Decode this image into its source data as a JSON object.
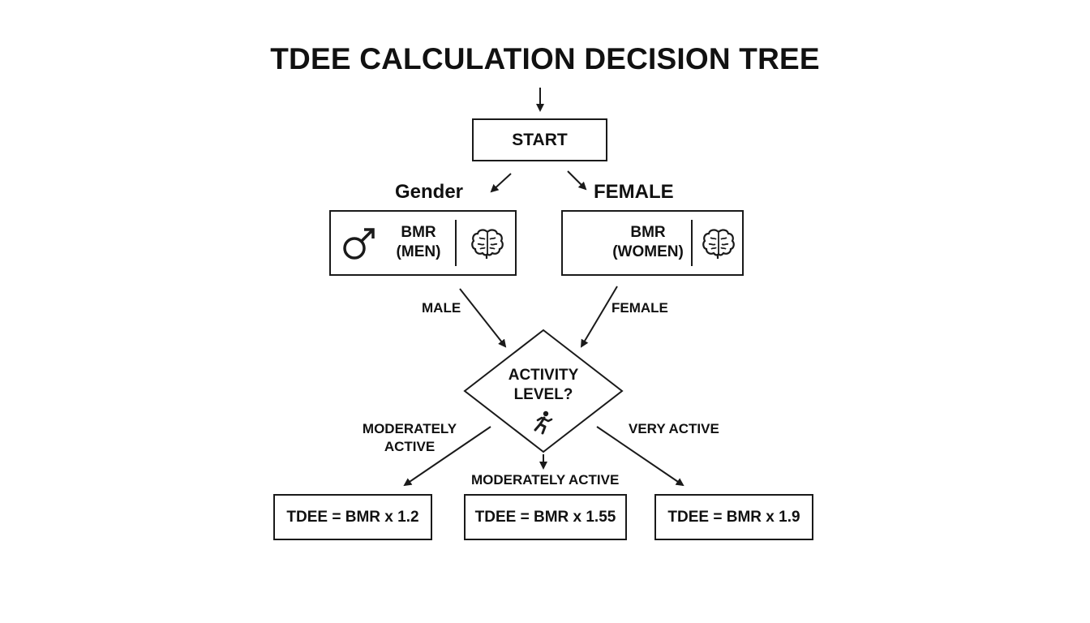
{
  "title": "TDEE CALCULATION DECISION TREE",
  "start": "START",
  "branches": {
    "left": "Gender",
    "right": "FEMALE"
  },
  "bmr_men": {
    "line1": "BMR",
    "line2": "(MEN)",
    "icon": "male-symbol-icon",
    "brain_icon": "brain-icon"
  },
  "bmr_women": {
    "line1": "BMR",
    "line2": "(WOMEN)",
    "brain_icon": "brain-icon"
  },
  "edges": {
    "male": "MALE",
    "female": "FEMALE",
    "moderately_active_left_1": "MODERATELY",
    "moderately_active_left_2": "ACTIVE",
    "moderately_active_center": "MODERATELY ACTIVE",
    "very_active": "VERY ACTIVE"
  },
  "decision": {
    "line1": "ACTIVITY",
    "line2": "LEVEL?",
    "icon": "running-person-icon"
  },
  "results": [
    {
      "formula": "TDEE = BMR x 1.2"
    },
    {
      "formula": "TDEE = BMR x 1.55"
    },
    {
      "formula": "TDEE = BMR x 1.9"
    }
  ]
}
